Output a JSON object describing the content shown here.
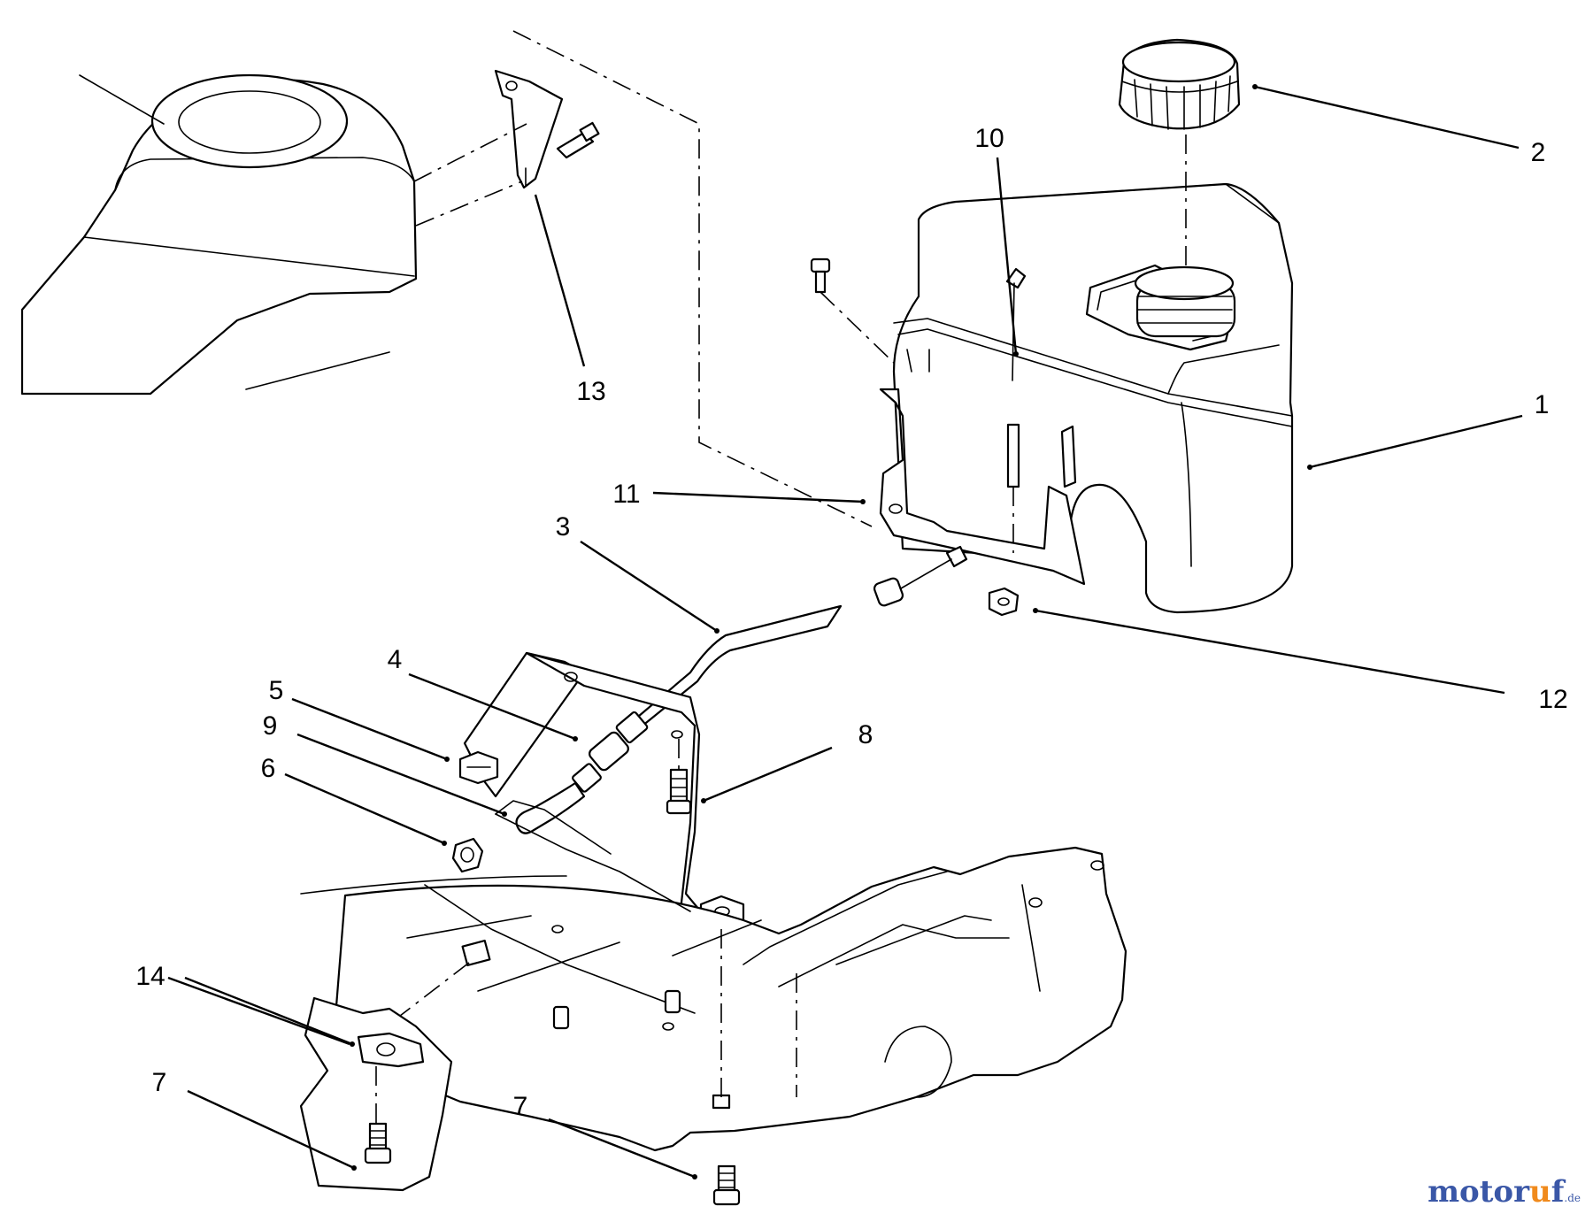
{
  "callouts": [
    {
      "id": "c1",
      "label": "1"
    },
    {
      "id": "c2",
      "label": "2"
    },
    {
      "id": "c3",
      "label": "3"
    },
    {
      "id": "c4",
      "label": "4"
    },
    {
      "id": "c5",
      "label": "5"
    },
    {
      "id": "c6",
      "label": "6"
    },
    {
      "id": "c7a",
      "label": "7"
    },
    {
      "id": "c7b",
      "label": "7"
    },
    {
      "id": "c8",
      "label": "8"
    },
    {
      "id": "c9",
      "label": "9"
    },
    {
      "id": "c10",
      "label": "10"
    },
    {
      "id": "c11",
      "label": "11"
    },
    {
      "id": "c12",
      "label": "12"
    },
    {
      "id": "c13",
      "label": "13"
    },
    {
      "id": "c14",
      "label": "14"
    }
  ],
  "watermark": {
    "part1": "motor",
    "part2": "u",
    "part3": "f",
    "suffix": ".de"
  },
  "colors": {
    "line": "#000000",
    "background": "#ffffff",
    "watermark_blue": "#3a57a7",
    "watermark_orange": "#f08a1c"
  }
}
